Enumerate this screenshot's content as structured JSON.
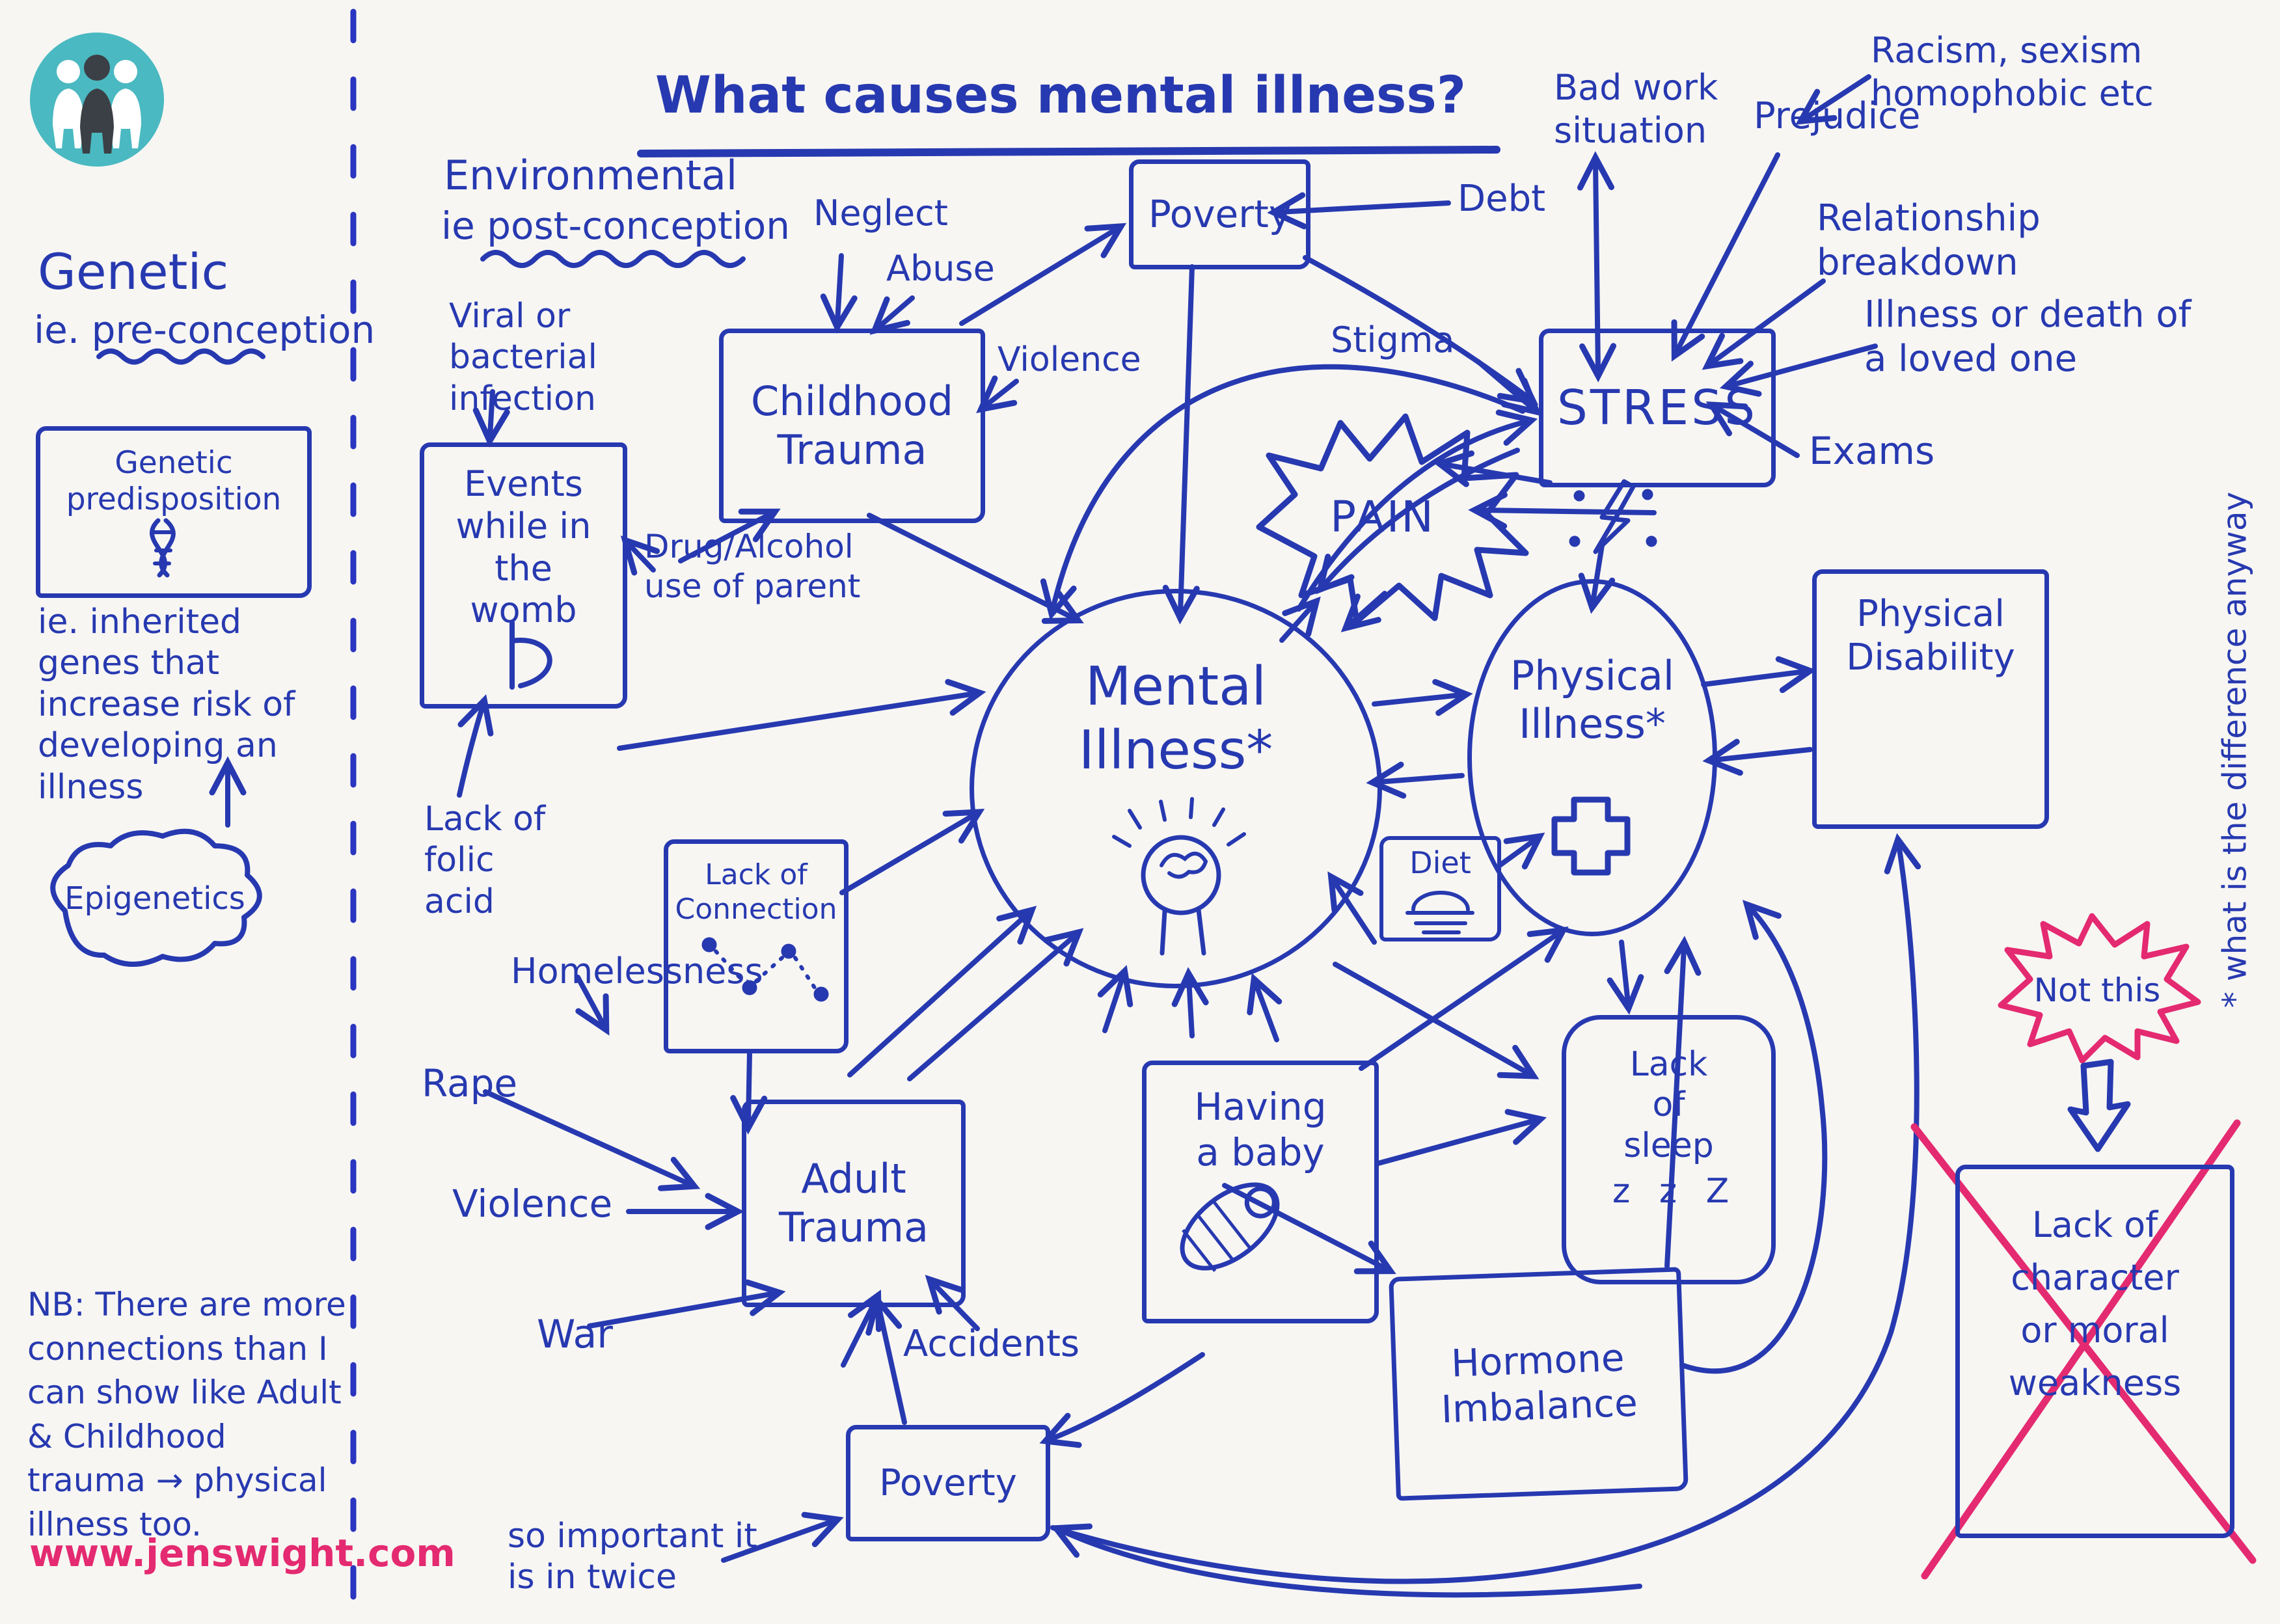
{
  "colors": {
    "ink": "#2739b0",
    "pink": "#e42a70",
    "teal": "#4ab9c1",
    "dark_figure": "#3b4046",
    "paper": "#f7f6f3"
  },
  "title": "What causes mental illness?",
  "left_panel": {
    "genetic_title": "Genetic",
    "genetic_sub": "ie. pre-conception",
    "predisposition": "Genetic predisposition",
    "predisposition_note": "ie. inherited genes that increase risk of developing an illness",
    "epigenetics": "Epigenetics",
    "nb": "NB: There are more connections than I can show like Adult & Childhood trauma → physical illness too.",
    "website": "www.jenswight.com"
  },
  "environmental": {
    "line1": "Environmental",
    "line2": "ie post-conception"
  },
  "nodes": {
    "poverty_top": "Poverty",
    "childhood_trauma": "Childhood Trauma",
    "womb_events": "Events while in the womb",
    "stress": "STRESS",
    "pain": "PAIN",
    "mental_illness": "Mental Illness*",
    "physical_illness": "Physical Illness*",
    "physical_disability": "Physical Disability",
    "lack_of_connection": "Lack of Connection",
    "adult_trauma": "Adult Trauma",
    "having_a_baby": "Having a baby",
    "lack_of_sleep": "Lack of sleep",
    "sleep_zzz": "z z Z",
    "hormone_imbalance": "Hormone Imbalance",
    "poverty_bottom": "Poverty",
    "diet": "Diet"
  },
  "labels": {
    "neglect": "Neglect",
    "abuse": "Abuse",
    "violence_child": "Violence",
    "debt": "Debt",
    "stigma": "Stigma",
    "bad_work": "Bad work situation",
    "prejudice": "Prejudice",
    "racism": "Racism, sexism homophobic etc",
    "relationship": "Relationship breakdown",
    "illness_death": "Illness or death of a loved one",
    "exams": "Exams",
    "viral": "Viral or bacterial infection",
    "drug_alcohol": "Drug/Alcohol use of parent",
    "folic_acid": "Lack of folic acid",
    "homelessness": "Homelessness",
    "rape": "Rape",
    "violence_adult": "Violence",
    "war": "War",
    "accidents": "Accidents",
    "so_important": "so important it is in twice"
  },
  "right_panel": {
    "not_this": "Not this",
    "crossed": "Lack of character or moral weakness",
    "side_note": "* what is the difference anyway"
  }
}
